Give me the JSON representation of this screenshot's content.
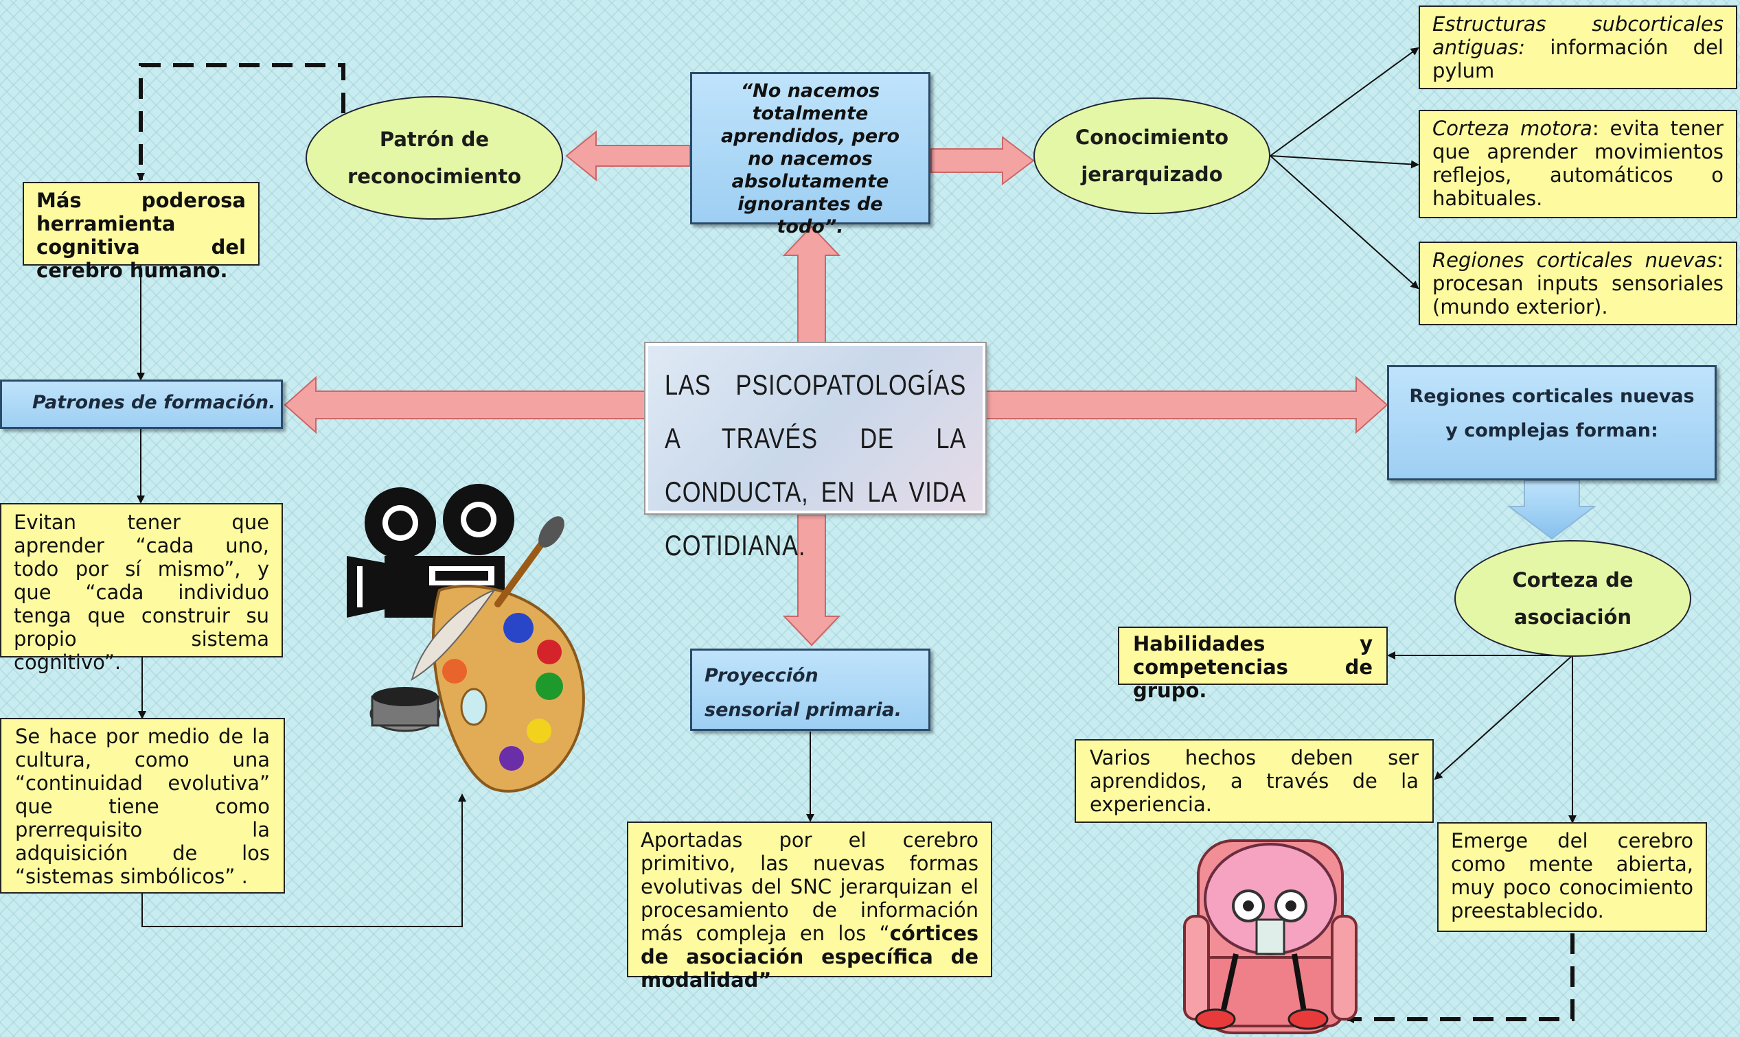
{
  "central_title": "LAS PSICOPATOLOGÍAS A TRAVÉS DE LA CONDUCTA, EN LA VIDA COTIDIANA.",
  "quote": "“No nacemos totalmente aprendidos, pero no nacemos absolutamente ignorantes de todo”.",
  "patron": {
    "oval": "Patrón de reconocimiento",
    "tool": "Más poderosa herramienta cognitiva del cerebro humano.",
    "patrones": "Patrones de formación.",
    "evitan": "Evitan tener que aprender “cada uno, todo por sí mismo”, y que “cada individuo tenga que construir su propio sistema cognitivo”.",
    "cultura": "Se hace por medio de la cultura, como una “continuidad evolutiva” que tiene como prerrequisito la adquisición de los “sistemas simbólicos” ."
  },
  "conocimiento": {
    "oval": "Conocimiento jerarquizado",
    "items": [
      {
        "term": "Estructuras subcorticales antiguas:",
        "text": " información del pylum"
      },
      {
        "term": "Corteza motora",
        "text": ": evita tener que aprender movimientos reflejos, automáticos o habituales."
      },
      {
        "term": "Regiones corticales nuevas",
        "text": ": procesan inputs sensoriales (mundo exterior)."
      }
    ]
  },
  "regiones": {
    "box": "Regiones corticales nuevas y complejas forman:",
    "oval": "Corteza de asociación",
    "habilidades": "Habilidades y competencias de grupo.",
    "varios": "Varios hechos deben ser aprendidos, a través de la experiencia.",
    "emerge": "Emerge del cerebro como mente abierta, muy poco conocimiento preestablecido."
  },
  "proyeccion": {
    "box": "Proyección sensorial primaria.",
    "text_a": "Aportadas por el cerebro primitivo, las nuevas formas evolutivas del SNC jerarquizan el procesamiento de información más compleja en los “",
    "text_b": "córtices de asociación específica de modalidad”"
  },
  "colors": {
    "background": "#c9ecf0",
    "yellow_box": "#fdfaa0",
    "blue_box": "#a9d8f7",
    "oval": "#e4f7a6",
    "arrow": "#f4a3a3"
  },
  "illustrations": [
    "movie-camera-palette-clipart",
    "brain-in-armchair-clipart"
  ]
}
